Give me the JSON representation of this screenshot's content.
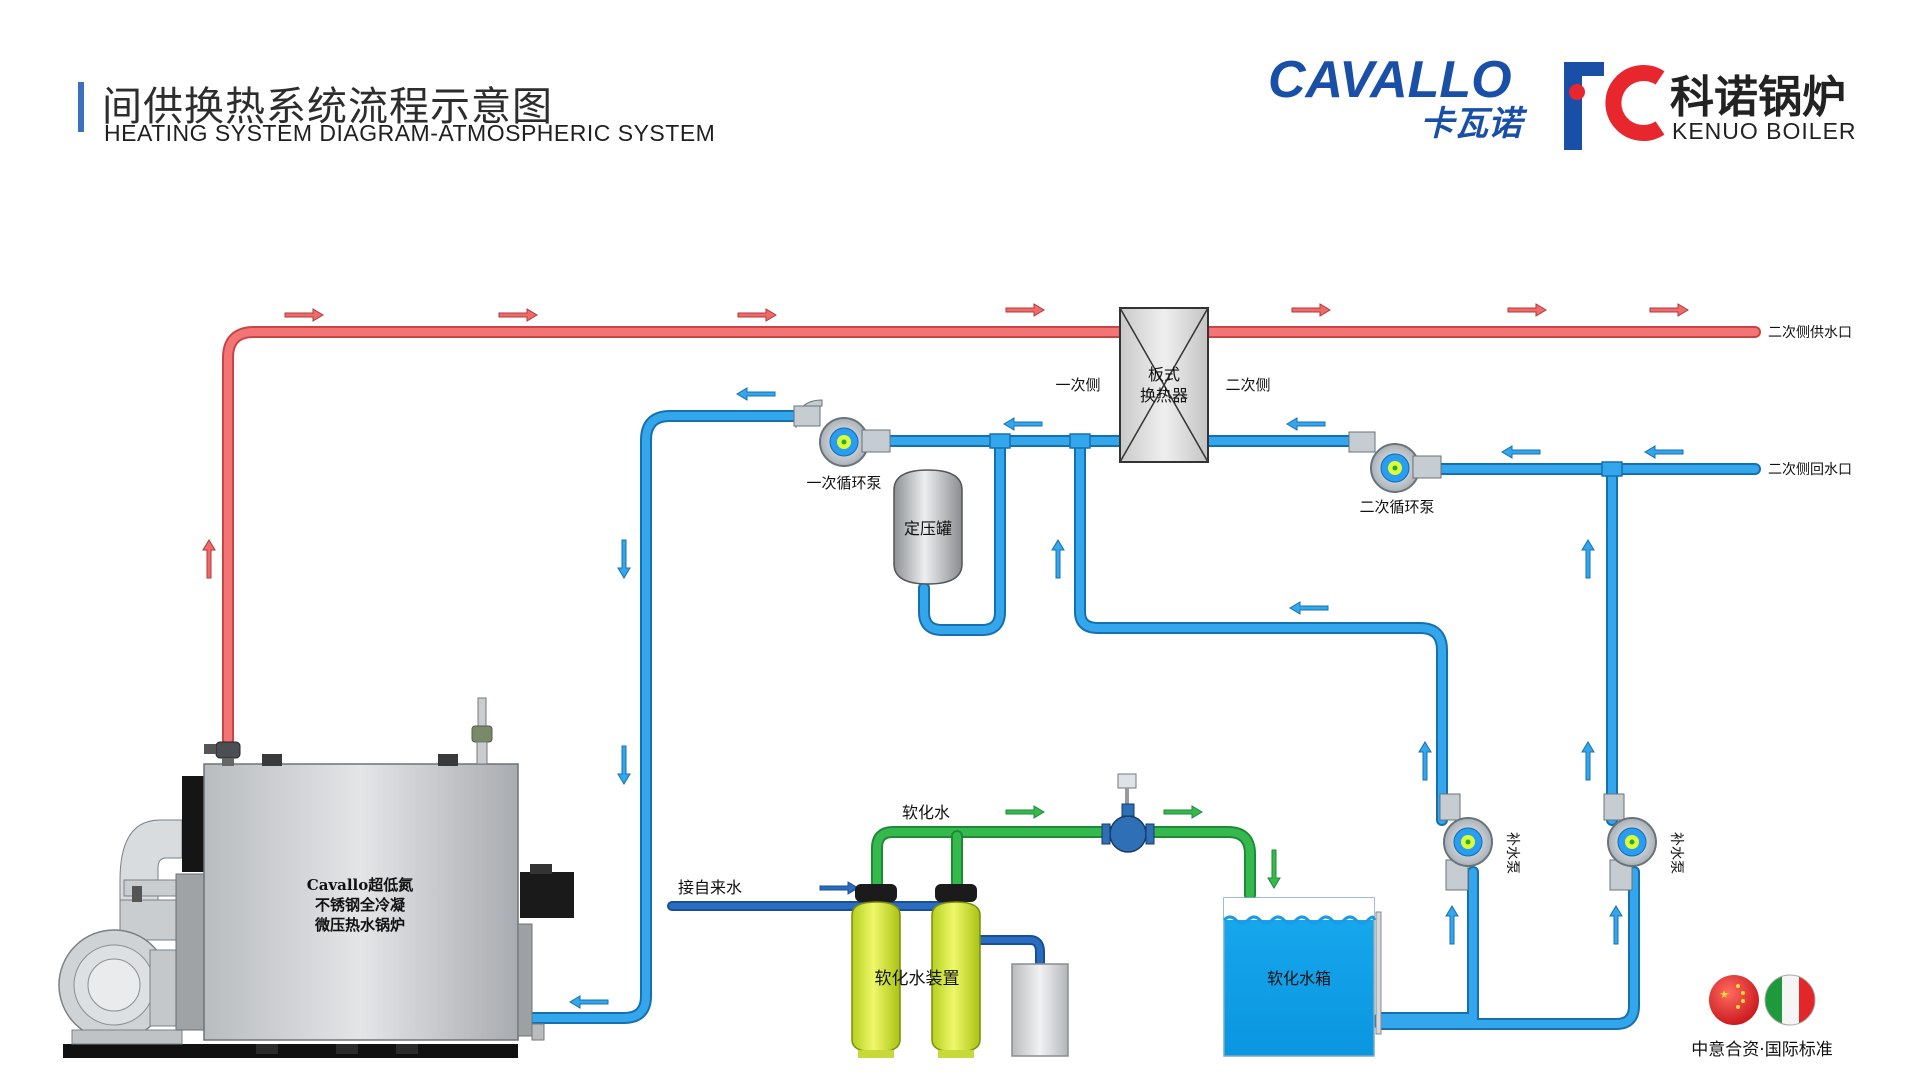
{
  "header": {
    "title_cn": "间供换热系统流程示意图",
    "title_en": "HEATING SYSTEM DIAGRAM-ATMOSPHERIC SYSTEM"
  },
  "logo": {
    "brand_en": "CAVALLO",
    "brand_cn": "卡瓦诺",
    "kenuo_cn": "科诺锅炉",
    "kenuo_en": "KENUO BOILER"
  },
  "labels": {
    "secondary_supply": "二次侧供水口",
    "secondary_return": "二次侧回水口",
    "primary_side": "一次侧",
    "secondary_side": "二次侧",
    "heat_exchanger_line1": "板式",
    "heat_exchanger_line2": "换热器",
    "primary_pump": "一次循环泵",
    "secondary_pump": "二次循环泵",
    "pressure_tank": "定压罐",
    "softened_water": "软化水",
    "tap_water": "接自来水",
    "softener_device": "软化水装置",
    "softened_tank": "软化水箱",
    "makeup_pump_1": "补水泵",
    "makeup_pump_2": "补水泵",
    "boiler_line1": "Cavallo超低氮",
    "boiler_line2": "不锈钢全冷凝",
    "boiler_line3": "微压热水锅炉",
    "joint_venture": "中意合资·国际标准"
  },
  "colors": {
    "hot_pipe": "#f06a6a",
    "cold_pipe": "#2f9fe6",
    "soft_pipe": "#2fae4a",
    "tap_pipe": "#1f5fb0",
    "brand_blue": "#1a4fa8",
    "brand_red": "#e8262d"
  }
}
